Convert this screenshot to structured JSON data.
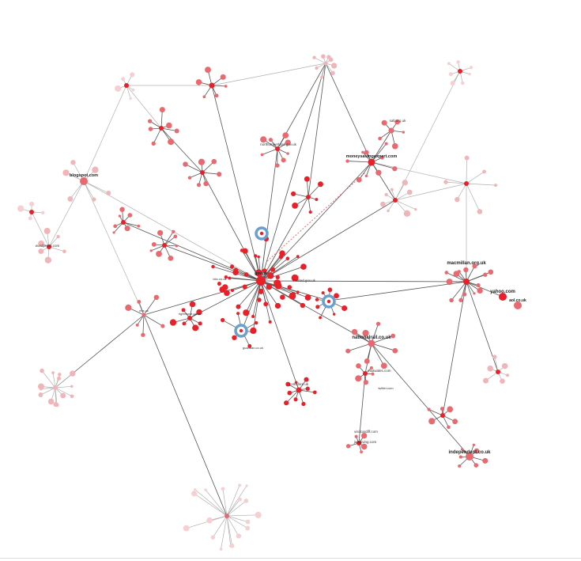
{
  "colors": {
    "node_strong": "#e8202a",
    "node_medium": "#e86a70",
    "node_light": "#f0b5b8",
    "node_pale": "#f5cfd1",
    "focus_ring": "#6a9fd0",
    "edge_dark": "#555555",
    "edge_light": "#b0b0b0",
    "dashed_edge": "#e06070",
    "background": "#ffffff"
  },
  "labels": {
    "blogspot": "blogspot.com",
    "wordpress": "wordpress.com",
    "moneysaving": "moneysavingexpert.com",
    "macmillan": "macmillan.org.uk",
    "yahoo": "yahoo.com",
    "aol": "aol.co.uk",
    "nationalrail": "nationalrail.co.uk",
    "independent": "independent.co.uk",
    "yorkshire": "yorkshire.uk",
    "salt": "salt.org.uk",
    "nhs": "nhs.uk",
    "gov": "gov.uk",
    "hosted": "hosted.gov.uk",
    "northumberland": "northumberland.gov.uk",
    "visitwales": "visitwales.com",
    "visitcardiff": "visitcardiff.com",
    "justgiving": "justgiving.com",
    "guardian": "guardian.co.uk",
    "twitter": "twitter.com",
    "rightmove": "rightmove.co.uk",
    "bbc": "bbc.co.uk"
  }
}
